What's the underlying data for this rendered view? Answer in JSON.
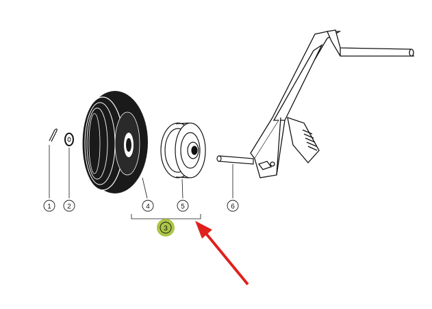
{
  "diagram": {
    "callouts": [
      {
        "id": "1",
        "text": "1"
      },
      {
        "id": "2",
        "text": "2"
      },
      {
        "id": "3",
        "text": "3",
        "highlight": "#a9c23c"
      },
      {
        "id": "4",
        "text": "4"
      },
      {
        "id": "5",
        "text": "5"
      },
      {
        "id": "6",
        "text": "6"
      }
    ],
    "colors": {
      "line": "#111111",
      "tire": "#1a1a1a",
      "arrow": "#e0201c",
      "highlight": "#a9c23c"
    }
  }
}
